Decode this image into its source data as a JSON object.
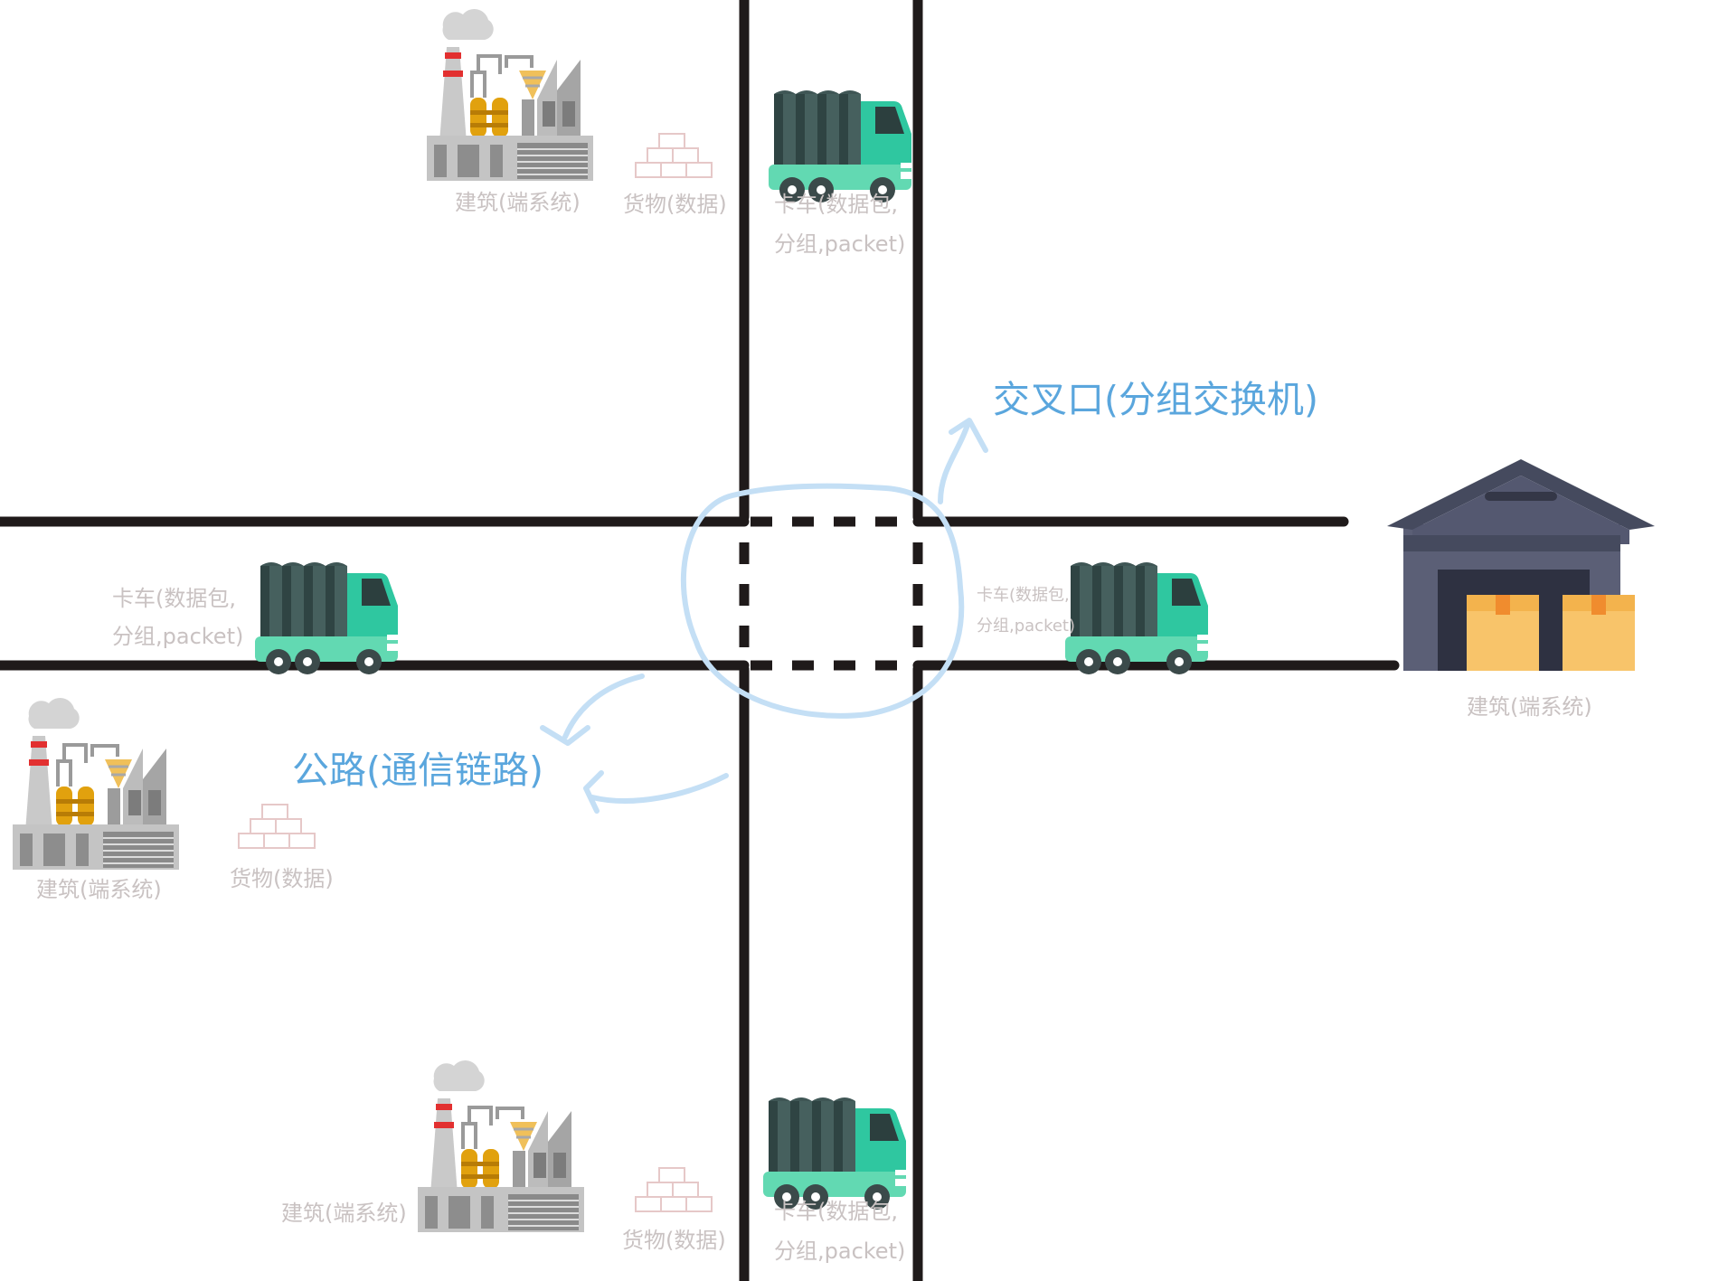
{
  "labels": {
    "building_end_system": "建筑(端系统)",
    "cargo_data": "货物(数据)",
    "truck_line1": "卡车(数据包,",
    "truck_line2": "分组,packet)",
    "truck_small_line1": "卡车(数据包,",
    "truck_small_line2": "分组,packet)"
  },
  "annotations": {
    "intersection": "交叉口(分组交换机)",
    "highway": "公路(通信链路)"
  },
  "icons": {
    "factory": "factory-icon",
    "warehouse": "warehouse-icon",
    "truck": "truck-icon",
    "cargo": "cargo-boxes-icon"
  },
  "colors": {
    "road": "#1f1a1a",
    "annotation": "#5aa6dd",
    "truck_cargo": "#465c5b",
    "truck_cab": "#2fc7a0",
    "warehouse_roof": "#454a5e",
    "warehouse_box": "#f8c46a"
  }
}
